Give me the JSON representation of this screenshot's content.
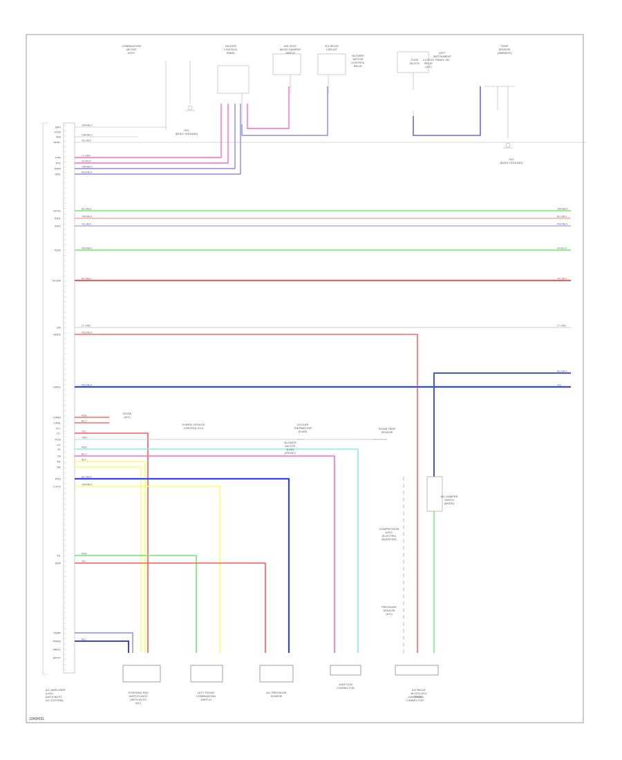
{
  "diagram": {
    "footer_code": "J2A0R0G",
    "connector_pin_labels": [
      "DRV",
      "PSW",
      "NW",
      "PPR+",
      "FPR",
      "FPL",
      "SWR",
      "SWL",
      "SVCE",
      "IGR1",
      "IGR2",
      "IG2D",
      "ACSW",
      "LIN",
      "GND2",
      "GND1",
      "CANH",
      "CANL",
      "TC+",
      "TC-",
      "POS",
      "P+",
      "S1",
      "S2",
      "M1",
      "M2",
      "PRS",
      "LOCK",
      "ILL",
      "BZR",
      "TEMP",
      "PWR2",
      "HRVC",
      "MOTT"
    ],
    "wire_labels": [
      "GRN/BLK",
      "GRN/BLK",
      "YEL/BLK",
      "LT GRN",
      "VIO/BLK",
      "GRN/BLK",
      "RED/BLK",
      "BLU/BLK",
      "GRN/BLK",
      "YEL/BLK",
      "RED/BLK",
      "BLU/BLK",
      "LT GRN",
      "RED/BLK",
      "RED/BLK",
      "GRN/BLK",
      "BLU/BLK",
      "RED/BLK",
      "VIO/BLK",
      "YEL/BLK",
      "LT GRN",
      "BLU/BLK",
      "YEL",
      "RED",
      "BLU",
      "YEL",
      "GRN",
      "RED",
      "BLU",
      "BLK",
      "BLU/BLK",
      "GRN/BLK",
      "RED",
      "YEL",
      "BLK"
    ],
    "components": [
      {
        "title": "A/C AMPLIFIER",
        "sub": [
          "(LHD)",
          "(WITH AUTO",
          "A/C SYSTEM)"
        ]
      },
      {
        "title": "STEERING PAD",
        "sub": [
          "SWITCH ASSY",
          "(WITH AUTO",
          "A/C)"
        ]
      },
      {
        "title": "LEFT FRONT",
        "sub": [
          "COMBINATION",
          "SWITCH"
        ]
      },
      {
        "title": "A/C PRESSURE",
        "sub": [
          "SENSOR"
        ]
      },
      {
        "title": "JUNCTION",
        "sub": [
          "CONNECTOR"
        ]
      },
      {
        "title": "IG2 RELAY",
        "sub": [
          "BLOCK (E/G",
          "ROOM)"
        ]
      },
      {
        "title": "COMBINATION",
        "sub": [
          "METER",
          "ASSY"
        ]
      },
      {
        "title": "HEATER",
        "sub": [
          "CONTROL",
          "PANEL"
        ]
      },
      {
        "title": "G42",
        "sub": [
          "(BODY GROUND)"
        ]
      },
      {
        "title": "AIR VENT",
        "sub": [
          "MODE DAMPER",
          "SERVO"
        ]
      },
      {
        "title": "IG1 RELAY",
        "sub": [
          "CIRCUIT"
        ]
      },
      {
        "title": "LEFT",
        "sub": [
          "INSTRUMENT",
          "PANEL J/B"
        ]
      },
      {
        "title": "G42",
        "sub": [
          "(BODY GROUND)"
        ]
      },
      {
        "title": "DIODE",
        "sub": [
          "(A/C)"
        ]
      },
      {
        "title": "HYBRID VEHICLE",
        "sub": [
          "CONTROL ECU"
        ]
      },
      {
        "title": "COOLER",
        "sub": [
          "THERMISTOR",
          "(EVAP)"
        ]
      },
      {
        "title": "ROOM TEMP",
        "sub": [
          "SENSOR"
        ]
      },
      {
        "title": "A/C DAMPER",
        "sub": [
          "SERVO",
          "(MODE)"
        ]
      },
      {
        "title": "COMPRESSOR",
        "sub": [
          "ASSY",
          "(ELECTRIC",
          "INVERTER)"
        ]
      },
      {
        "title": "PRESSURE",
        "sub": [
          "SENSOR",
          "(A/C)"
        ]
      },
      {
        "title": "TEMP",
        "sub": [
          "SENSOR",
          "(AMBIENT)"
        ]
      },
      {
        "title": "BLOWER",
        "sub": [
          "MOTOR",
          "CONTROL",
          "RELAY"
        ]
      },
      {
        "title": "CLUTCH",
        "sub": [
          "RELAY",
          "(A/C)"
        ]
      },
      {
        "title": "FUSE",
        "sub": [
          "BLOCK"
        ]
      },
      {
        "title": "JUNCTION",
        "sub": [
          "CONNECTOR"
        ]
      },
      {
        "title": "BLOWER",
        "sub": [
          "MOTOR",
          "(LHD)",
          "(FRONT)"
        ]
      }
    ]
  }
}
